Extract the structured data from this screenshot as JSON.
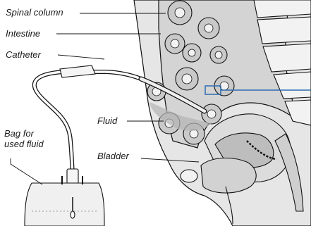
{
  "labels": {
    "spinal_column": "Spinal column",
    "intestine": "Intestine",
    "catheter": "Catheter",
    "bag_line1": "Bag for",
    "bag_line2": "used fluid",
    "fluid": "Fluid",
    "bladder": "Bladder"
  },
  "colors": {
    "tissue_fill": "#e6e6e6",
    "intestine_fill": "#c9c9c9",
    "fluid_fill": "#b3b3b3",
    "outline": "#111111",
    "inset_marker": "#2b6cb0"
  }
}
